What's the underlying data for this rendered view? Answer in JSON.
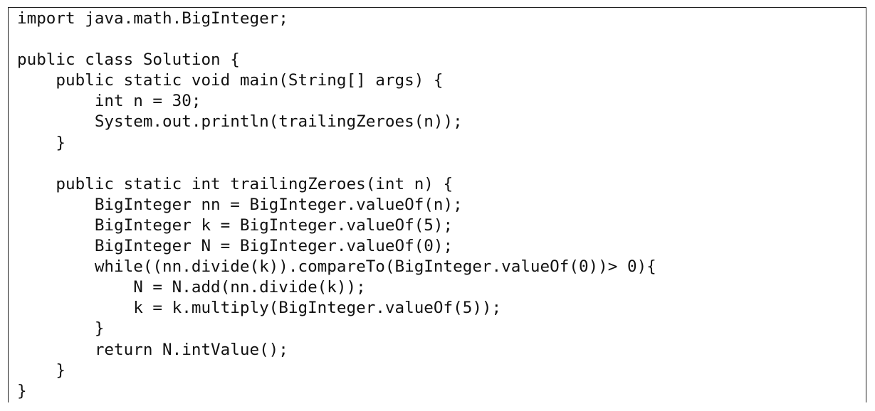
{
  "code": {
    "lines": [
      "import java.math.BigInteger;",
      "",
      "public class Solution {",
      "    public static void main(String[] args) {",
      "        int n = 30;",
      "        System.out.println(trailingZeroes(n));",
      "    }",
      "",
      "    public static int trailingZeroes(int n) {",
      "        BigInteger nn = BigInteger.valueOf(n);",
      "        BigInteger k = BigInteger.valueOf(5);",
      "        BigInteger N = BigInteger.valueOf(0);",
      "        while((nn.divide(k)).compareTo(BigInteger.valueOf(0))> 0){",
      "            N = N.add(nn.divide(k));",
      "            k = k.multiply(BigInteger.valueOf(5));",
      "        }",
      "        return N.intValue();",
      "    }",
      "}"
    ]
  }
}
